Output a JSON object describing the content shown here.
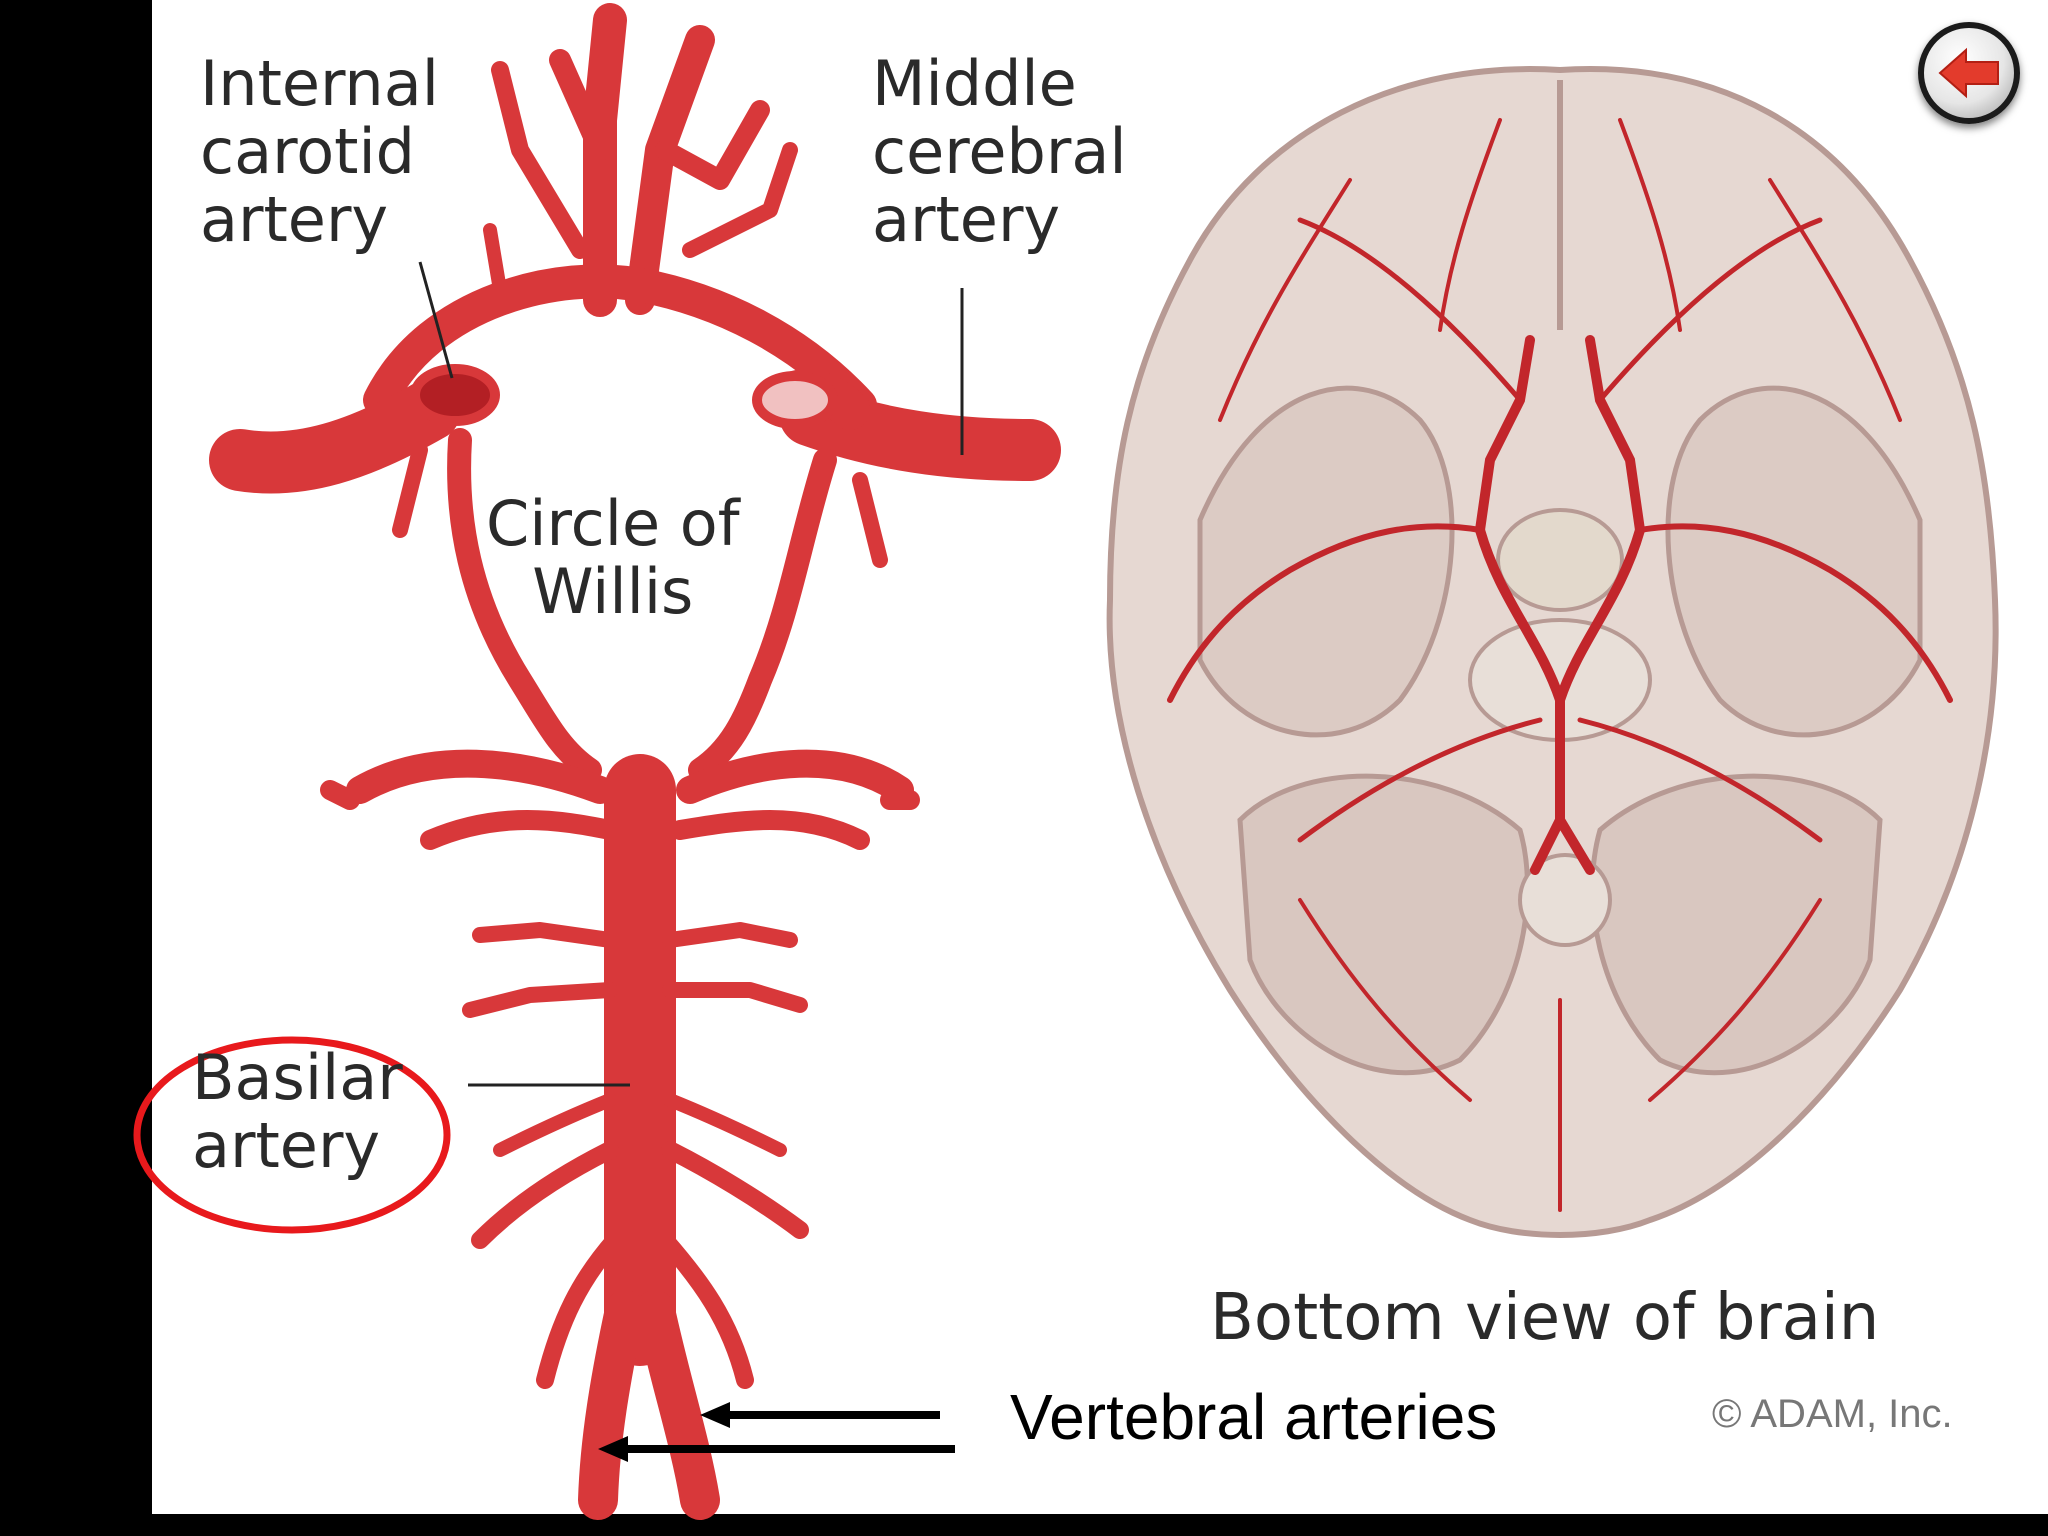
{
  "labels": {
    "internal_carotid": "Internal\ncarotid\nartery",
    "middle_cerebral": "Middle\ncerebral\nartery",
    "circle_of_willis": "Circle of\nWillis",
    "basilar": "Basilar\nartery",
    "bottom_view": "Bottom view of brain",
    "vertebral": "Vertebral arteries",
    "copyright": "© ADAM, Inc."
  },
  "icons": {
    "back": "back-arrow-icon"
  },
  "colors": {
    "artery": "#d8383a",
    "artery_dark": "#b31f24",
    "highlight_circle": "#e8191c",
    "brain": "#e6d8d2",
    "background": "#000000",
    "panel": "#ffffff"
  }
}
